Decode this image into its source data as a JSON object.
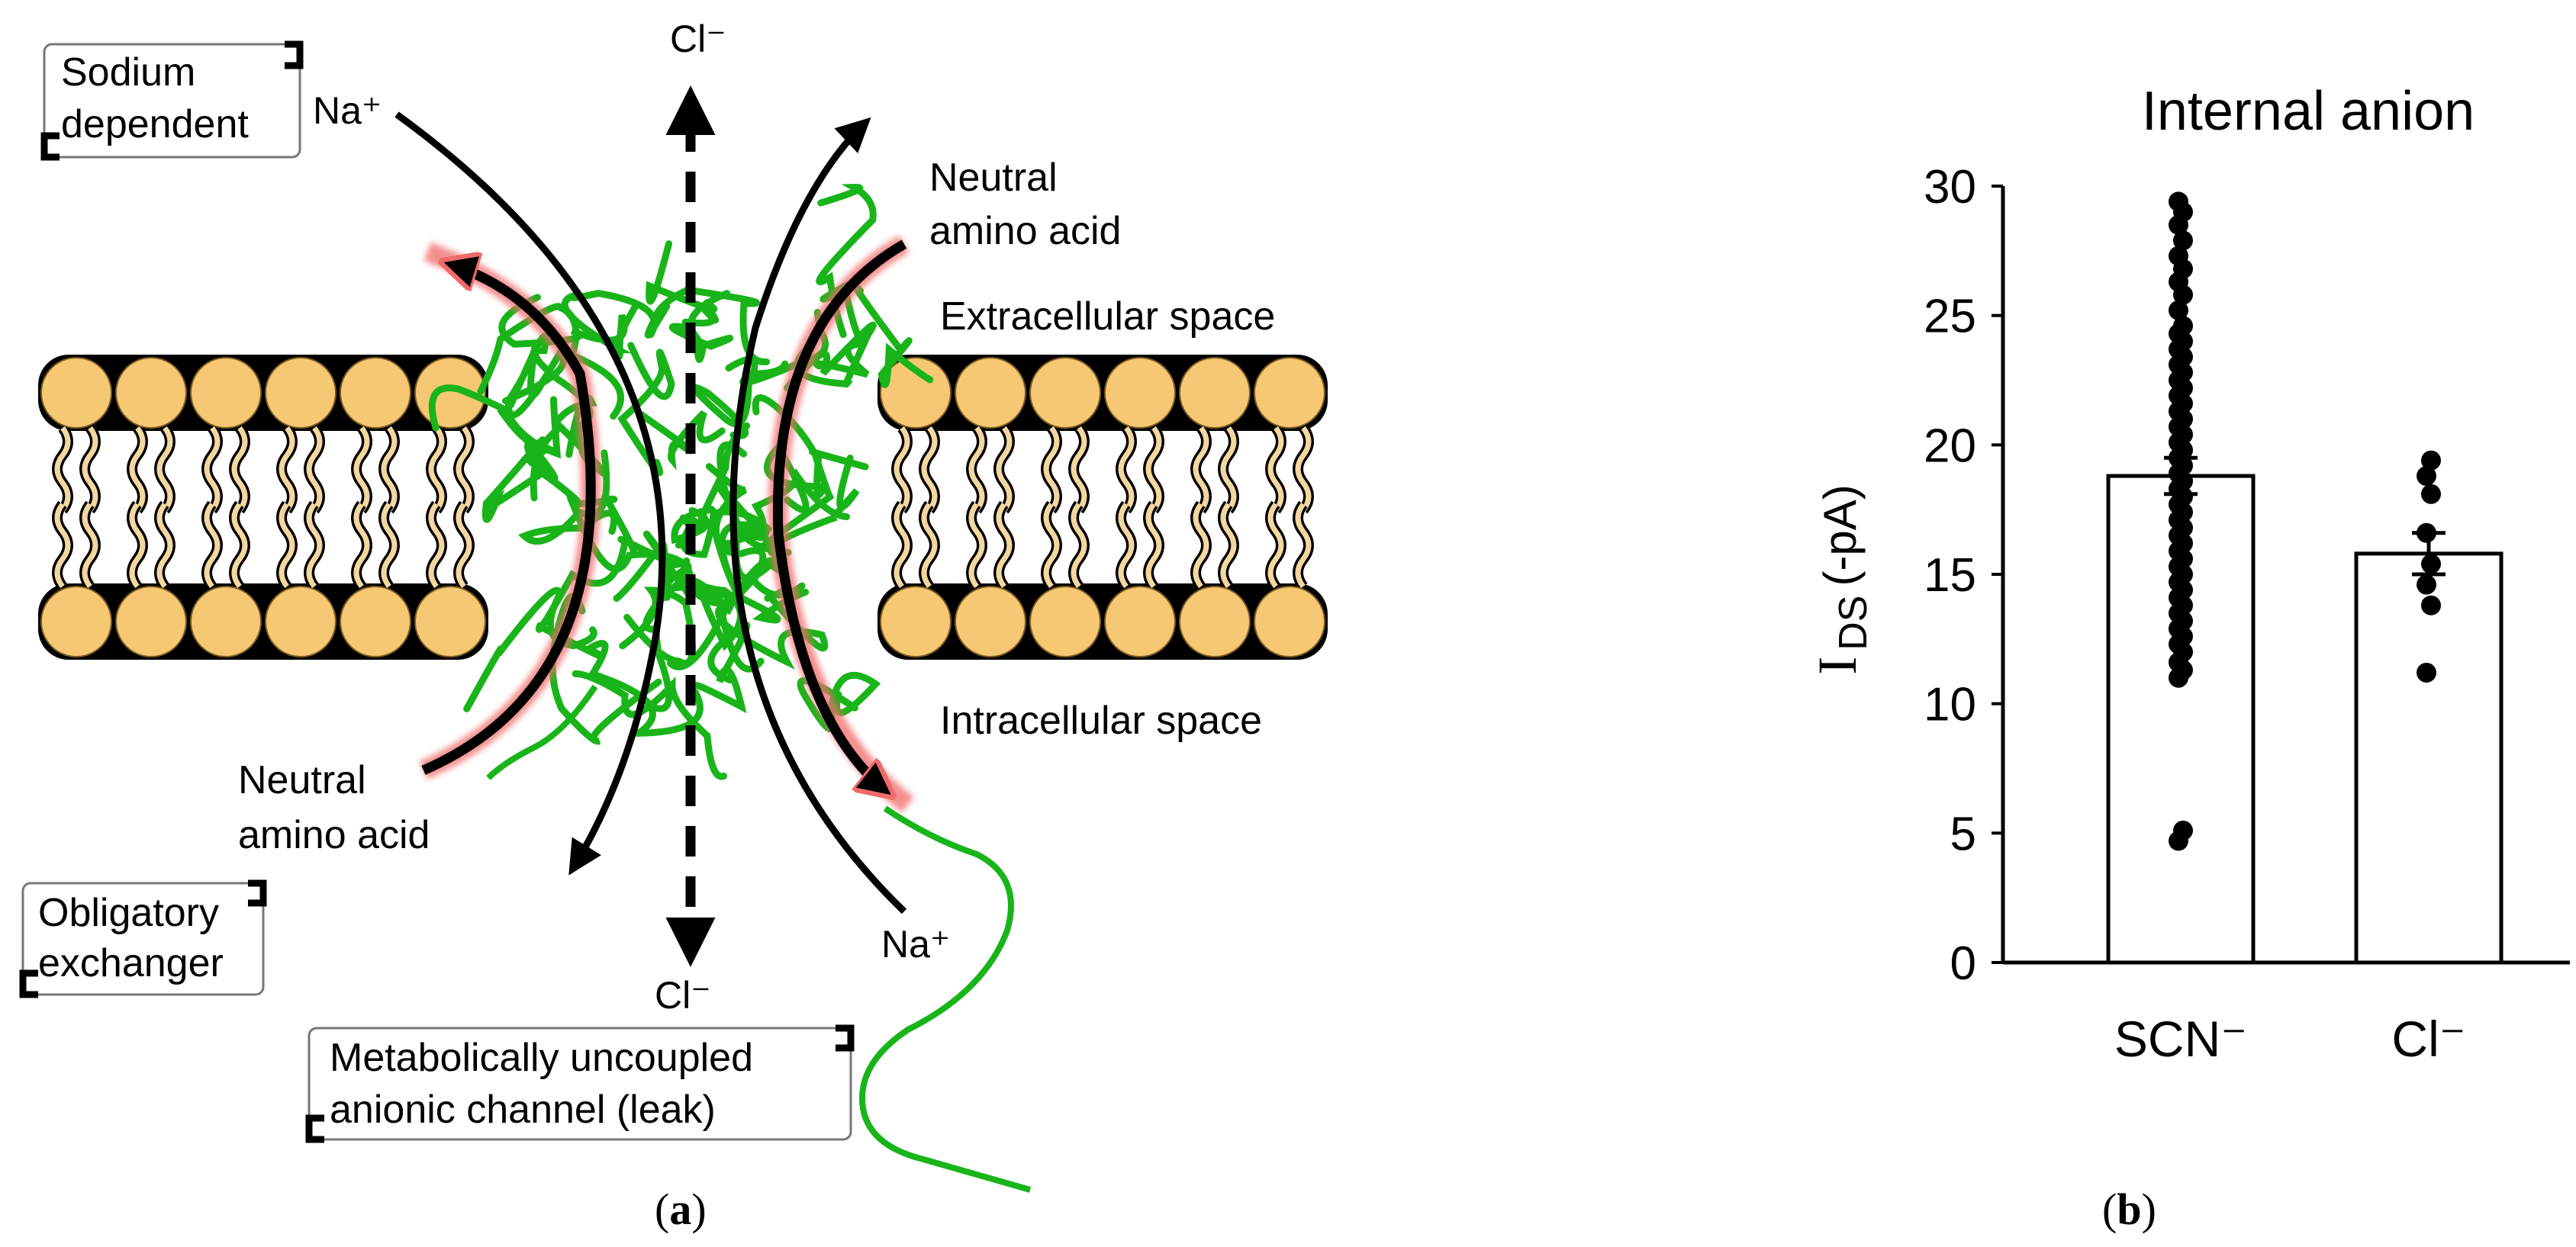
{
  "panel_a": {
    "caption_letter": "a",
    "boxes": {
      "sodium_dependent": [
        "Sodium",
        "dependent"
      ],
      "obligatory_exchanger": [
        "Obligatory",
        "exchanger"
      ],
      "anionic_channel": [
        "Metabolically uncoupled",
        "anionic channel (leak)"
      ]
    },
    "ions": {
      "cl_top": "Cl⁻",
      "cl_bottom": "Cl⁻",
      "na_top": "Na⁺",
      "na_bottom": "Na⁺"
    },
    "labels": {
      "neutral_aa_top": [
        "Neutral",
        "amino acid"
      ],
      "neutral_aa_bottom": [
        "Neutral",
        "amino acid"
      ],
      "extracellular": "Extracellular space",
      "intracellular": "Intracellular space"
    },
    "colors": {
      "lipid_head": "#f7c873",
      "lipid_tail": "#f2d7a0",
      "protein": "#19b419",
      "amino_acid_glow": "#f06a6a",
      "arrow": "#000000"
    }
  },
  "panel_b": {
    "caption_letter": "b",
    "chart_data": {
      "type": "bar",
      "title": "Internal anion",
      "ylabel_main": "I",
      "ylabel_sub": "DS",
      "ylabel_unit": "(-pA)",
      "categories": [
        "SCN⁻",
        "Cl⁻"
      ],
      "values": [
        18.8,
        15.8
      ],
      "errors": [
        0.7,
        0.8
      ],
      "ylim": [
        0,
        30
      ],
      "yticks": [
        "0",
        "5",
        "10",
        "15",
        "20",
        "25",
        "30"
      ],
      "points": [
        [
          4.7,
          5.1,
          11.0,
          11.3,
          11.6,
          12.0,
          12.3,
          12.6,
          12.9,
          13.2,
          13.5,
          13.8,
          14.1,
          14.4,
          14.7,
          15.0,
          15.3,
          15.6,
          15.9,
          16.2,
          16.5,
          16.8,
          17.1,
          17.4,
          17.7,
          18.0,
          18.3,
          18.6,
          18.9,
          19.2,
          19.5,
          19.8,
          20.1,
          20.4,
          20.7,
          21.0,
          21.3,
          21.6,
          21.9,
          22.2,
          22.5,
          22.8,
          23.1,
          23.4,
          23.7,
          24.0,
          24.3,
          24.6,
          25.2,
          25.8,
          26.3,
          26.8,
          27.3,
          27.9,
          28.5,
          29.0,
          29.4
        ],
        [
          11.2,
          13.8,
          14.6,
          15.4,
          16.6,
          18.1,
          18.8,
          19.4
        ]
      ],
      "bar_fill": "#ffffff",
      "point_color": "#000000"
    }
  }
}
